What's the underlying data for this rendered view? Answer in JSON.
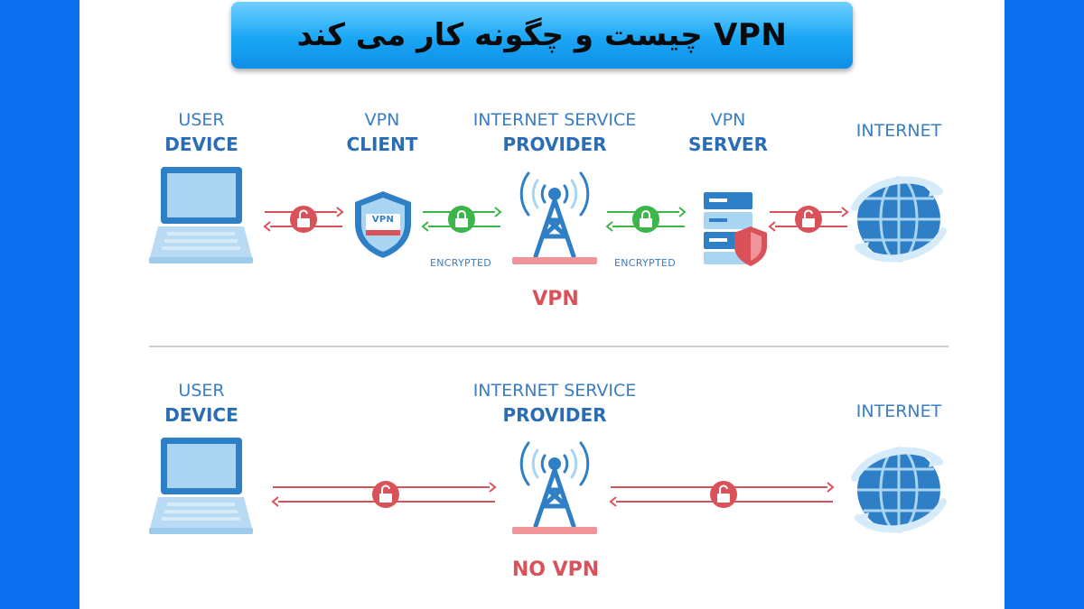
{
  "banner": {
    "title": "VPN چیست و چگونه کار می کند"
  },
  "vpn_row": {
    "user_device": {
      "line1": "USER",
      "line2": "DEVICE"
    },
    "vpn_client": {
      "line1": "VPN",
      "line2": "CLIENT",
      "badge": "VPN"
    },
    "isp": {
      "line1": "INTERNET SERVICE",
      "line2": "PROVIDER"
    },
    "vpn_server": {
      "line1": "VPN",
      "line2": "SERVER"
    },
    "internet": {
      "line1": "INTERNET"
    },
    "encrypted_left": "ENCRYPTED",
    "encrypted_right": "ENCRYPTED",
    "caption": "VPN"
  },
  "novpn_row": {
    "user_device": {
      "line1": "USER",
      "line2": "DEVICE"
    },
    "isp": {
      "line1": "INTERNET SERVICE",
      "line2": "PROVIDER"
    },
    "internet": {
      "line1": "INTERNET"
    },
    "caption": "NO VPN"
  },
  "colors": {
    "background": "#0d6ef0",
    "label_blue": "#3a7dc4",
    "unsecured_red": "#d9525a",
    "encrypted_green": "#3cb54a",
    "device_blue": "#2f7fc7",
    "device_light": "#a9d4f2"
  },
  "icons": {
    "device": "laptop-icon",
    "client": "shield-icon",
    "isp": "antenna-tower-icon",
    "server": "server-icon",
    "internet": "globe-icon",
    "unlocked": "unlocked-padlock-icon",
    "locked": "locked-padlock-icon"
  }
}
